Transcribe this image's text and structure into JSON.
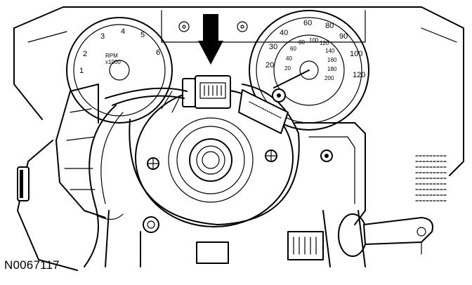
{
  "figure": {
    "id_label": "N0067117",
    "tachometer": {
      "unit_label": "RPM",
      "multiplier_label": "x1000",
      "numbers": [
        "1",
        "2",
        "3",
        "4",
        "5",
        "6"
      ]
    },
    "speedometer": {
      "outer_numbers": [
        "20",
        "30",
        "40",
        "60",
        "80",
        "90",
        "100",
        "120"
      ],
      "inner_numbers": [
        "20",
        "40",
        "60",
        "80",
        "100",
        "120",
        "140",
        "160",
        "180",
        "200"
      ]
    }
  },
  "colors": {
    "line": "#000000",
    "background": "#ffffff"
  }
}
